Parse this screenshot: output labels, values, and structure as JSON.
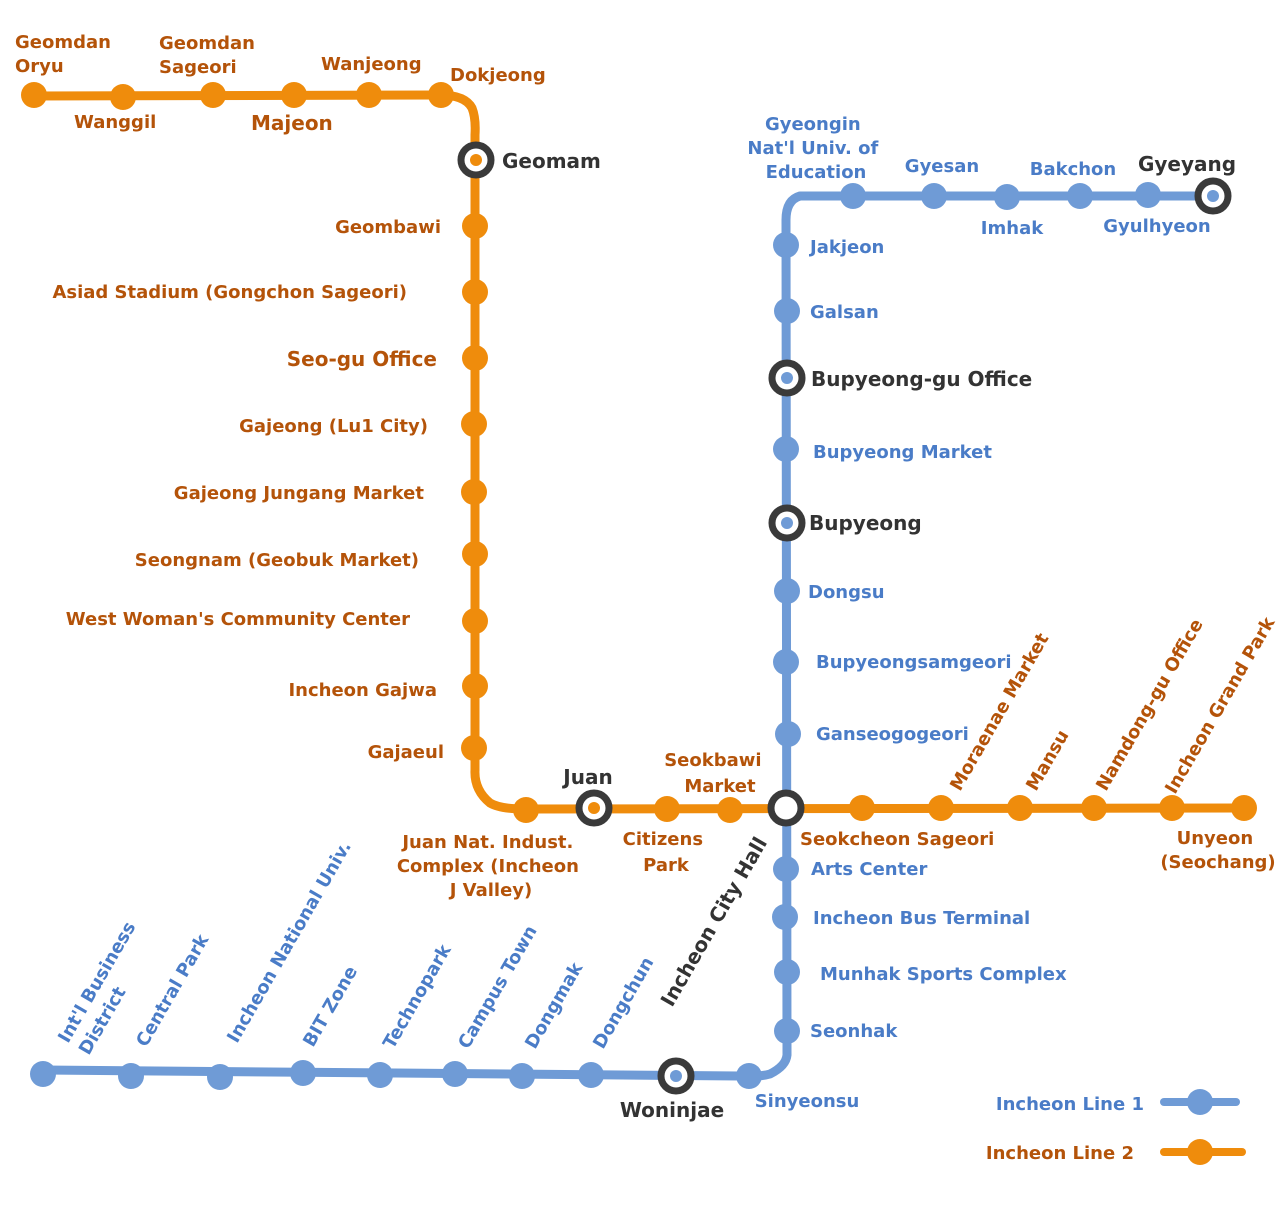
{
  "legend": {
    "line1_label": "Incheon Line 1",
    "line2_label": "Incheon Line 2"
  },
  "colors": {
    "line1": "#6f9bd6",
    "line1_text": "#4a7cc7",
    "line2": "#ef8c0c",
    "line2_text": "#b45309",
    "transfer": "#3a3a3a"
  },
  "line2_stations": [
    "Geomdan Oryu",
    "Wanggil",
    "Geomdan Sageori",
    "Majeon",
    "Wanjeong",
    "Dokjeong",
    "Geomam",
    "Geombawi",
    "Asiad Stadium (Gongchon Sageori)",
    "Seo-gu Office",
    "Gajeong (Lu1 City)",
    "Gajeong Jungang Market",
    "Seongnam (Geobuk Market)",
    "West Woman's Community Center",
    "Incheon Gajwa",
    "Gajaeul",
    "Juan Nat. Indust. Complex (Incheon J Valley)",
    "Juan",
    "Citizens Park",
    "Seokbawi Market",
    "Incheon City Hall",
    "Seokcheon Sageori",
    "Moraenae Market",
    "Mansu",
    "Namdong-gu Office",
    "Incheon Grand Park",
    "Unyeon (Seochang)"
  ],
  "line1_stations": [
    "Gyeyang",
    "Gyulhyeon",
    "Bakchon",
    "Imhak",
    "Gyesan",
    "Gyeongin Nat'l Univ. of Education",
    "Jakjeon",
    "Galsan",
    "Bupyeong-gu Office",
    "Bupyeong Market",
    "Bupyeong",
    "Dongsu",
    "Bupyeongsamgeori",
    "Ganseogogeori",
    "Incheon City Hall",
    "Arts Center",
    "Incheon Bus Terminal",
    "Munhak Sports Complex",
    "Seonhak",
    "Sinyeonsu",
    "Woninjae",
    "Dongchun",
    "Dongmak",
    "Campus Town",
    "Technopark",
    "BIT Zone",
    "Incheon National Univ.",
    "Central Park",
    "Int'l Business District"
  ],
  "labels": {
    "geomdan_oryu": [
      "Geomdan",
      "Oryu"
    ],
    "wanggil": "Wanggil",
    "geomdan_sageori": [
      "Geomdan",
      "Sageori"
    ],
    "majeon": "Majeon",
    "wanjeong": "Wanjeong",
    "dokjeong": "Dokjeong",
    "geomam": "Geomam",
    "geombawi": "Geombawi",
    "asiad": "Asiad Stadium (Gongchon Sageori)",
    "seogu": "Seo-gu Office",
    "gajeong": "Gajeong (Lu1 City)",
    "gajeong_market": "Gajeong Jungang Market",
    "seongnam": "Seongnam (Geobuk Market)",
    "west_woman": "West Woman's Community Center",
    "gajwa": "Incheon Gajwa",
    "gajaeul": "Gajaeul",
    "juan_complex": [
      "Juan Nat. Indust.",
      "Complex (Incheon",
      "J Valley)"
    ],
    "juan": "Juan",
    "citizens_park": [
      "Citizens",
      "Park"
    ],
    "seokbawi": [
      "Seokbawi",
      "Market"
    ],
    "city_hall": "Incheon City Hall",
    "seokcheon": "Seokcheon Sageori",
    "moraenae": "Moraenae Market",
    "mansu": "Mansu",
    "namdong": "Namdong-gu Office",
    "grand_park": "Incheon Grand Park",
    "unyeon": [
      "Unyeon",
      "(Seochang)"
    ],
    "gyeyang": "Gyeyang",
    "gyulhyeon": "Gyulhyeon",
    "bakchon": "Bakchon",
    "imhak": "Imhak",
    "gyesan": "Gyesan",
    "gyeongin": [
      "Gyeongin",
      "Nat'l Univ. of",
      "Education"
    ],
    "jakjeon": "Jakjeon",
    "galsan": "Galsan",
    "bupyeonggu": "Bupyeong-gu Office",
    "bupyeong_market": "Bupyeong Market",
    "bupyeong": "Bupyeong",
    "dongsu": "Dongsu",
    "bupyeongsamgeori": "Bupyeongsamgeori",
    "ganseogogeori": "Ganseogogeori",
    "arts_center": "Arts Center",
    "bus_terminal": "Incheon Bus Terminal",
    "munhak": "Munhak Sports Complex",
    "seonhak": "Seonhak",
    "sinyeonsu": "Sinyeonsu",
    "woninjae": "Woninjae",
    "dongchun": "Dongchun",
    "dongmak": "Dongmak",
    "campus_town": "Campus Town",
    "technopark": "Technopark",
    "bit_zone": "BIT Zone",
    "inu": "Incheon National Univ.",
    "central_park": "Central Park",
    "ibd": [
      "Int'l Business",
      "District"
    ]
  }
}
